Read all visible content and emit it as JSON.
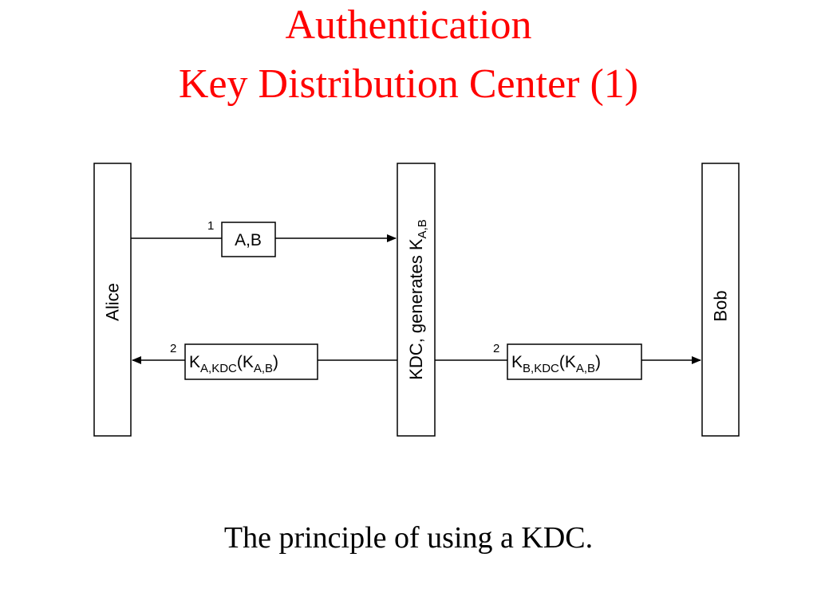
{
  "title": {
    "line1": "Authentication",
    "line2": "Key Distribution Center (1)"
  },
  "diagram": {
    "entities": {
      "alice": "Alice",
      "kdc": "KDC,  generates  K",
      "kdc_key_subscript": "A,B",
      "bob": "Bob"
    },
    "messages": [
      {
        "number": "1",
        "content": "A,B"
      },
      {
        "number": "2",
        "key_main": "K",
        "key_sub": "A,KDC",
        "open": "(K",
        "inner_sub": "A,B",
        "close": ")"
      },
      {
        "number": "2",
        "key_main": "K",
        "key_sub": "B,KDC",
        "open": "(K",
        "inner_sub": "A,B",
        "close": ")"
      }
    ]
  },
  "caption": "The principle of using a KDC.",
  "colors": {
    "title": "#ff0000",
    "text": "#000000",
    "background": "#ffffff"
  }
}
